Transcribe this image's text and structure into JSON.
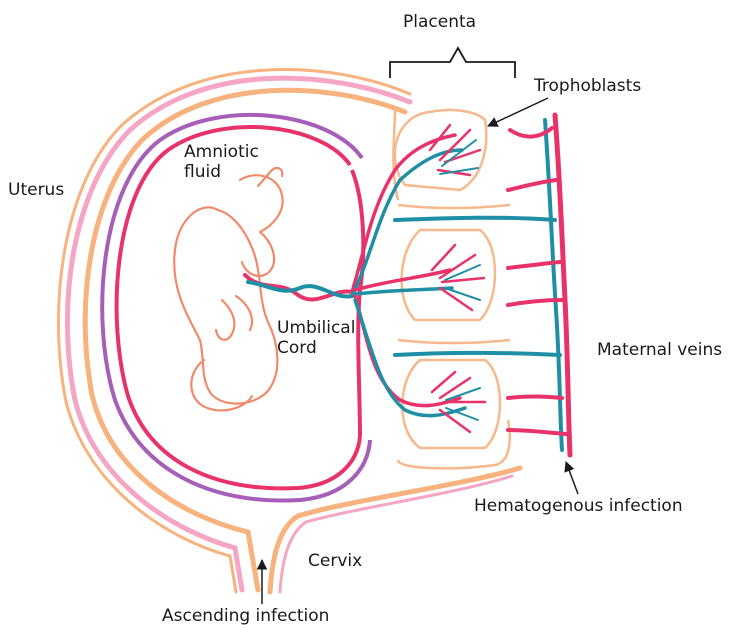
{
  "labels": {
    "placenta": "Placenta",
    "trophoblasts": "Trophoblasts",
    "amniotic_fluid": "Amniotic fluid",
    "uterus": "Uterus",
    "umbilical_cord": "Umbilical Cord",
    "maternal_veins": "Maternal veins",
    "hematogenous_infection": "Hematogenous infection",
    "cervix": "Cervix",
    "ascending_infection": "Ascending infection"
  },
  "colors": {
    "uterus_outer": "#f4a6c4",
    "uterus_inner": "#f7b27e",
    "membrane_purple": "#a65fb8",
    "membrane_red": "#e8336a",
    "fetus_outline": "#f08a6a",
    "vessel_red": "#e8336a",
    "vessel_blue": "#1f8fa6",
    "placenta_outline": "#f6b88c",
    "text": "#1a1a1a"
  }
}
